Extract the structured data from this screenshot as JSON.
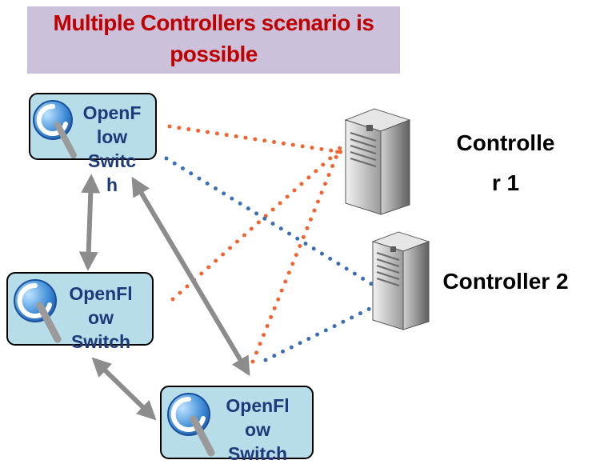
{
  "title": {
    "line1": "Multiple Controllers scenario is",
    "line2": "possible"
  },
  "controllers": [
    {
      "label_line1": "Controlle",
      "label_line2": "r 1",
      "icon": "server-tower-icon"
    },
    {
      "label": "Controller 2",
      "icon": "server-tower-icon"
    }
  ],
  "switches": [
    {
      "lines": [
        "OpenF",
        "low",
        "Switc",
        "h"
      ],
      "icon": "openflow-logo-icon"
    },
    {
      "lines": [
        "OpenFl",
        "ow",
        "Switch"
      ],
      "icon": "openflow-logo-icon"
    },
    {
      "lines": [
        "OpenFl",
        "ow",
        "Switch"
      ],
      "icon": "openflow-logo-icon"
    }
  ],
  "colors": {
    "title_text": "#c00000",
    "title_background": "#ccc1da",
    "switch_fill": "#b7dde8",
    "switch_text": "#1f3a7a",
    "link_controller_1": "#f4622d",
    "link_controller_2": "#3a6fb5",
    "switch_link_arrow": "#8c8c8c"
  }
}
